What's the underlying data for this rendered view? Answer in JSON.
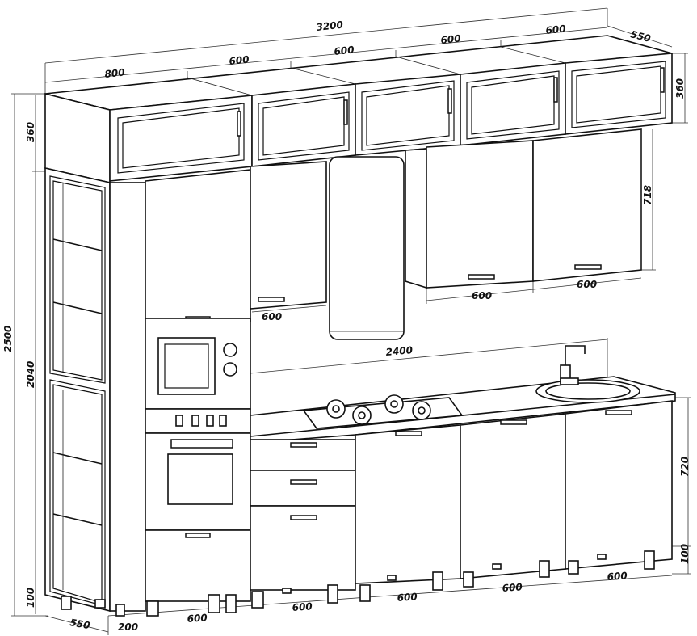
{
  "dims": {
    "total_width": "3200",
    "depth_top": "550",
    "upper_w800": "800",
    "upper_w600_a": "600",
    "upper_w600_b": "600",
    "upper_w600_c": "600",
    "upper_w600_d": "600",
    "upper_h360_left": "360",
    "upper_h360_right": "360",
    "wall_h718": "718",
    "wall_w600_left": "600",
    "wall_w600_mid": "600",
    "wall_w600_right": "600",
    "counter_len": "2400",
    "total_height": "2500",
    "column_height": "2040",
    "base_h720": "720",
    "legs_h100_right": "100",
    "legs_h100_left": "100",
    "depth_bottom": "550",
    "shelf_w200": "200",
    "base_w600_1": "600",
    "base_w600_2": "600",
    "base_w600_3": "600",
    "base_w600_4": "600",
    "base_w600_5": "600"
  }
}
